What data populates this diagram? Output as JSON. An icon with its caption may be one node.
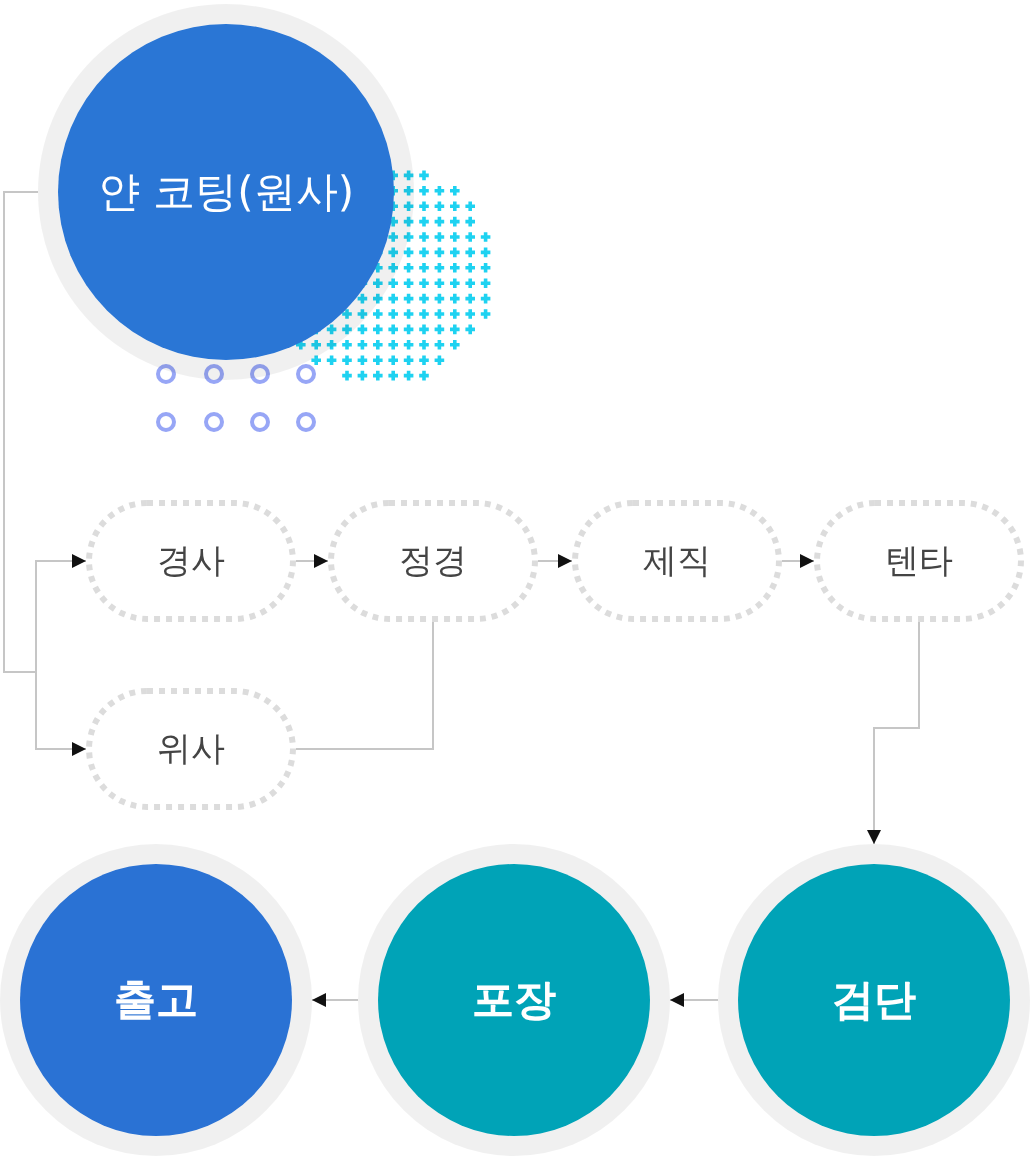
{
  "diagram": {
    "nodes": [
      {
        "text": [
          "얀 코팅(원사)"
        ]
      },
      {
        "text": [
          "경사"
        ]
      },
      {
        "text": [
          "정경"
        ]
      },
      {
        "text": [
          "제직"
        ]
      },
      {
        "text": [
          "텐타"
        ]
      },
      {
        "text": [
          "위사"
        ]
      },
      {
        "text": [
          "출고"
        ]
      },
      {
        "text": [
          "포장"
        ]
      },
      {
        "text": [
          "검단"
        ]
      }
    ],
    "edges": [
      {
        "from": 0,
        "to": 1,
        "arrow": "to"
      },
      {
        "from": 0,
        "to": 5,
        "arrow": "to"
      },
      {
        "from": 1,
        "to": 2,
        "arrow": "to"
      },
      {
        "from": 2,
        "to": 3,
        "arrow": "to"
      },
      {
        "from": 3,
        "to": 4,
        "arrow": "to"
      },
      {
        "from": 5,
        "to": 2,
        "arrow": "none"
      },
      {
        "from": 4,
        "to": 8,
        "arrow": "to"
      },
      {
        "from": 8,
        "to": 7,
        "arrow": "to"
      },
      {
        "from": 7,
        "to": 6,
        "arrow": "to"
      }
    ]
  }
}
